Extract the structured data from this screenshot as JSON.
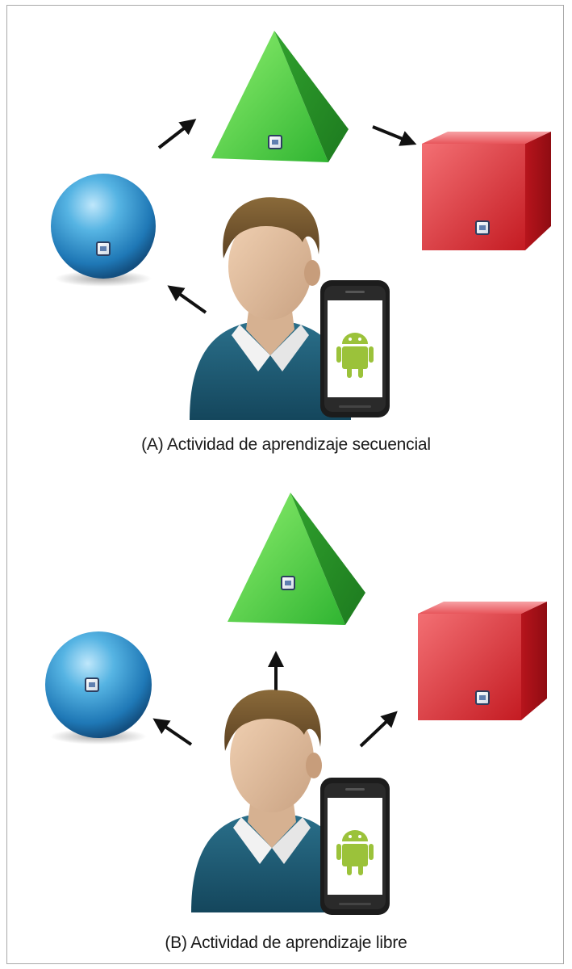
{
  "figure": {
    "panels": [
      {
        "id": "A",
        "caption": "(A) Actividad de aprendizaje secuencial",
        "activity": "sequential",
        "objects": [
          "sphere-icon",
          "pyramid-icon",
          "cube-icon"
        ],
        "arrows": [
          "person-to-sphere",
          "sphere-to-pyramid",
          "pyramid-to-cube"
        ]
      },
      {
        "id": "B",
        "caption": "(B) Actividad de aprendizaje libre",
        "activity": "free",
        "objects": [
          "sphere-icon",
          "pyramid-icon",
          "cube-icon"
        ],
        "arrows": [
          "person-to-sphere",
          "person-to-pyramid",
          "person-to-cube"
        ]
      }
    ],
    "colors": {
      "sphere": "#2a8fc9",
      "pyramid": "#3fbf3f",
      "cube": "#d9242c",
      "person_shirt": "#1e5a73",
      "android": "#9bc23a"
    }
  }
}
